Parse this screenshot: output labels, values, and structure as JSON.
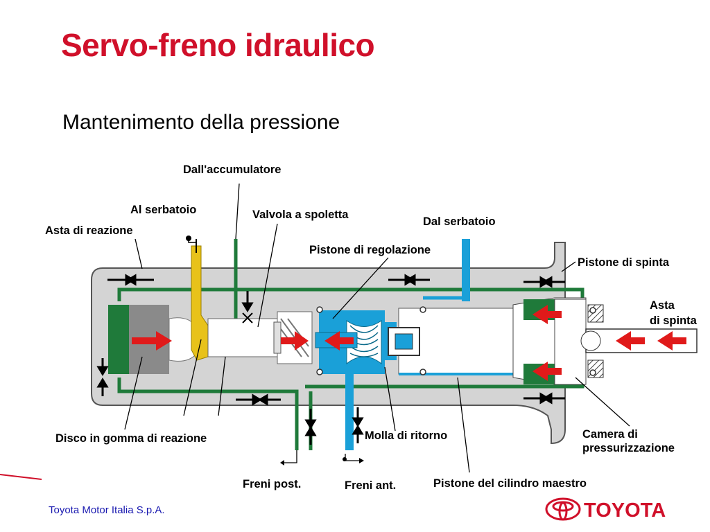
{
  "slide": {
    "title": "Servo-freno idraulico",
    "subtitle": "Mantenimento della pressione",
    "footer": "Toyota Motor Italia S.p.A.",
    "brand": "TOYOTA"
  },
  "diagram": {
    "labels": {
      "from_accumulator": "Dall'accumulatore",
      "to_reservoir": "Al serbatoio",
      "spool_valve": "Valvola a spoletta",
      "from_reservoir": "Dal serbatoio",
      "reaction_rod": "Asta di reazione",
      "regulator_piston": "Pistone di regolazione",
      "power_piston": "Pistone di spinta",
      "push_rod_1": "Asta",
      "push_rod_2": "di spinta",
      "rubber_reaction_disc": "Disco in gomma di reazione",
      "return_spring": "Molla di ritorno",
      "pressure_chamber_1": "Camera di",
      "pressure_chamber_2": "pressurizzazione",
      "rear_brakes": "Freni post.",
      "front_brakes": "Freni ant.",
      "master_cylinder_piston": "Pistone del cilindro maestro"
    }
  },
  "colors": {
    "title": "#d0102a",
    "housing": "#d4d4d4",
    "circuit_green": "#1f7a3a",
    "reservoir_yellow": "#e8c21a",
    "fluid_blue": "#1aa0d8",
    "arrow_red": "#e01a1a",
    "footer_text": "#1a1ab0"
  }
}
